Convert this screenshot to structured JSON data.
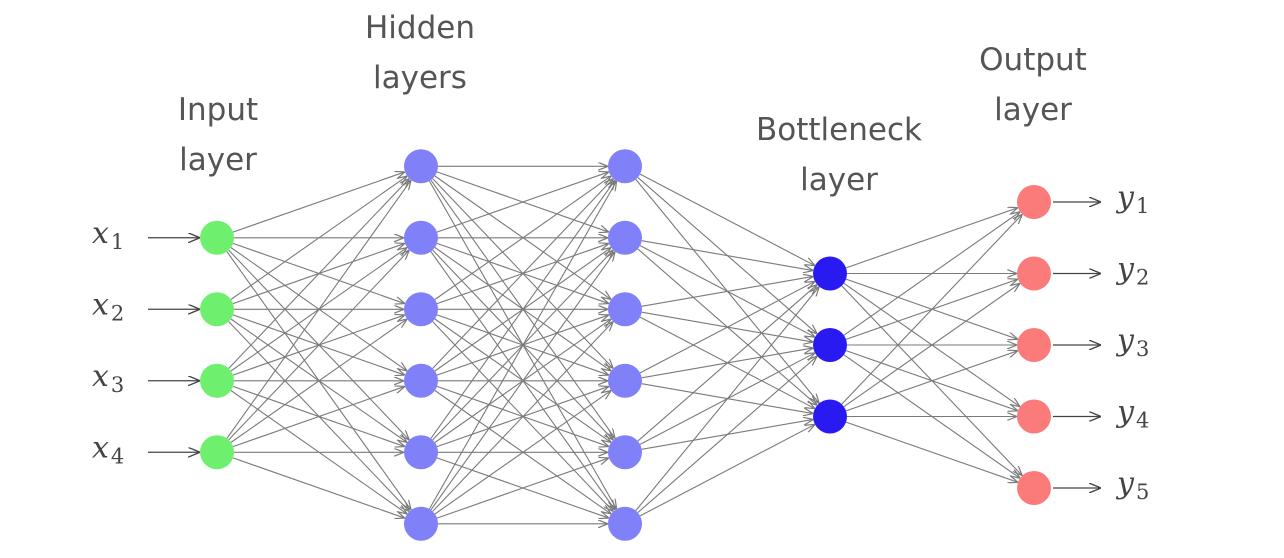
{
  "colors": {
    "input": "#6ef06e",
    "hidden": "#8080f8",
    "bottleneck": "#2a1af2",
    "output": "#fb7a7a",
    "edge": "#7a7a7a"
  },
  "titles": {
    "input": [
      "Input",
      "layer"
    ],
    "hidden": [
      "Hidden",
      "layers"
    ],
    "bottleneck": [
      "Bottleneck",
      "layer"
    ],
    "output": [
      "Output",
      "layer"
    ]
  },
  "layers": [
    {
      "role": "input",
      "nodes": 4
    },
    {
      "role": "hidden",
      "nodes": 6
    },
    {
      "role": "hidden",
      "nodes": 6
    },
    {
      "role": "bottleneck",
      "nodes": 3
    },
    {
      "role": "output",
      "nodes": 5
    }
  ],
  "inputs": [
    {
      "base": "x",
      "sub": "1"
    },
    {
      "base": "x",
      "sub": "2"
    },
    {
      "base": "x",
      "sub": "3"
    },
    {
      "base": "x",
      "sub": "4"
    }
  ],
  "outputs": [
    {
      "base": "y",
      "sub": "1"
    },
    {
      "base": "y",
      "sub": "2"
    },
    {
      "base": "y",
      "sub": "3"
    },
    {
      "base": "y",
      "sub": "4"
    },
    {
      "base": "y",
      "sub": "5"
    }
  ]
}
